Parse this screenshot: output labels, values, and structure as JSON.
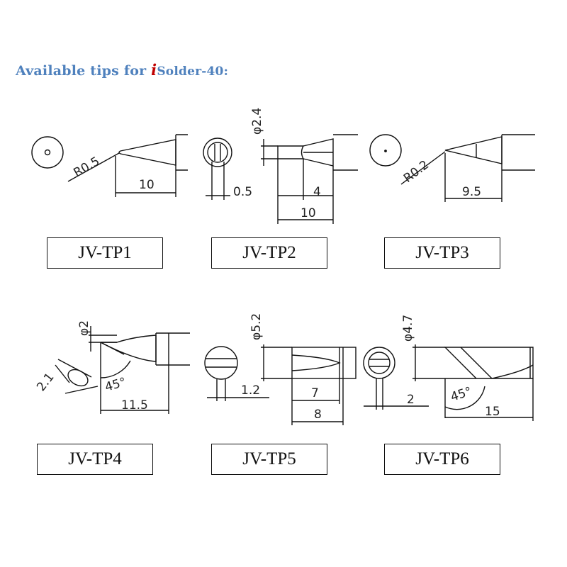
{
  "heading": {
    "prefix": "Available tips for ",
    "brand_i": "i",
    "brand_rest": "Solder-40:"
  },
  "tips": [
    {
      "label": "JV-TP1",
      "dims": {
        "radius": "R0.5",
        "length": "10"
      }
    },
    {
      "label": "JV-TP2",
      "dims": {
        "diameter": "φ2.4",
        "width": "0.5",
        "flat": "4",
        "length": "10"
      }
    },
    {
      "label": "JV-TP3",
      "dims": {
        "radius": "R0.2",
        "length": "9.5"
      }
    },
    {
      "label": "JV-TP4",
      "dims": {
        "diameter": "φ2",
        "face": "2.1",
        "angle": "45°",
        "length": "11.5"
      }
    },
    {
      "label": "JV-TP5",
      "dims": {
        "diameter": "φ5.2",
        "width": "1.2",
        "flat": "7",
        "length": "8"
      }
    },
    {
      "label": "JV-TP6",
      "dims": {
        "diameter": "φ4.7",
        "width": "2",
        "angle": "45°",
        "length": "15"
      }
    }
  ]
}
